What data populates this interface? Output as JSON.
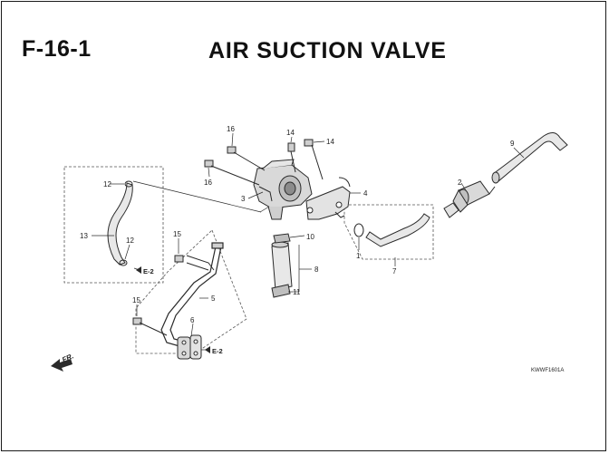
{
  "header": {
    "section_code": "F-16-1",
    "title": "AIR SUCTION VALVE"
  },
  "callouts": {
    "c1": "1",
    "c2": "2",
    "c3": "3",
    "c4": "4",
    "c5": "5",
    "c6": "6",
    "c7": "7",
    "c8": "8",
    "c9": "9",
    "c10": "10",
    "c11": "11",
    "c12a": "12",
    "c12b": "12",
    "c13": "13",
    "c14a": "14",
    "c14b": "14",
    "c15a": "15",
    "c15b": "15",
    "c16a": "16",
    "c16b": "16"
  },
  "references": {
    "e2_upper": "E-2",
    "e2_lower": "E-2"
  },
  "direction": "FR.",
  "drawing_code": "KWWF1601A",
  "colors": {
    "line": "#2a2a2a",
    "part_fill": "#d9d9d9",
    "dash": "#555555"
  }
}
